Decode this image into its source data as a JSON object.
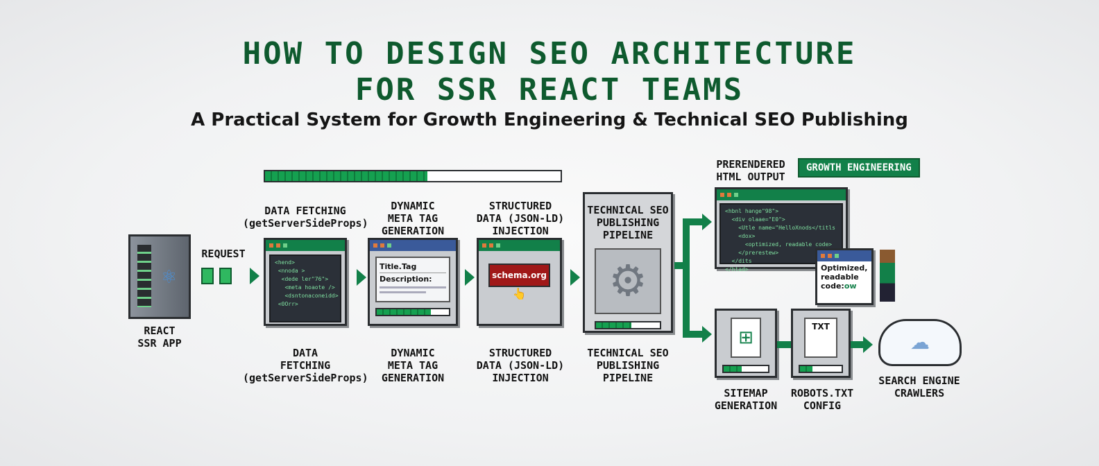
{
  "header": {
    "title_line1": "HOW TO DESIGN SEO ARCHITECTURE",
    "title_line2": "FOR SSR REACT TEAMS",
    "subtitle": "A Practical System for Growth Engineering & Technical SEO Publishing"
  },
  "top_progress": {
    "percent": 55
  },
  "server": {
    "label_line1": "REACT",
    "label_line2": "SSR APP",
    "icon": "atom-icon"
  },
  "request": {
    "label": "REQUEST"
  },
  "steps": [
    {
      "label_top": [
        "DATA FETCHING",
        "(getServerSideProps)"
      ],
      "label_bottom": [
        "DATA",
        "FETCHING",
        "(getServerSideProps)"
      ],
      "code": "<hend>\n <nnoda >\n  <dede ler\"76\">\n   <meta hoaote />\n   <dsntonaconeidd>\n <0Orr>"
    },
    {
      "label_top": [
        "DYNAMIC",
        "META TAG",
        "GENERATION"
      ],
      "label_bottom": [
        "DYNAMIC",
        "META TAG",
        "GENERATION"
      ],
      "field1": "Title.Tag",
      "field2": "Description:",
      "progress": 75
    },
    {
      "label_top": [
        "STRUCTURED",
        "DATA (JSON-LD)",
        "INJECTION"
      ],
      "label_bottom": [
        "STRUCTURED",
        "DATA (JSON-LD)",
        "INJECTION"
      ],
      "button": "schema.org"
    },
    {
      "label_top": [
        "TECHNICAL SEO",
        "PUBLISHING",
        "PIPELINE"
      ],
      "label_bottom": [
        "TECHNICAL SEO",
        "PUBLISHING",
        "PIPELINE"
      ],
      "progress": 55
    }
  ],
  "output": {
    "label_line1": "PRERENDERED",
    "label_line2": "HTML OUTPUT",
    "badge": "GROWTH ENGINEERING",
    "code": "<hbnl hange\"98\">\n  <div olaae=\"E0\">\n    <Utle name=\"HelloXnods</titls\n    <dox>\n      <optimized, readable code>\n    </prerestew>\n  </dits\n</htad>",
    "note_line1": "Optimized,",
    "note_line2": "readable",
    "note_line3": "code:",
    "note_suffix": "ow"
  },
  "sitemap": {
    "label_line1": "SITEMAP",
    "label_line2": "GENERATION"
  },
  "robots": {
    "icon_text": "TXT",
    "label_line1": "ROBOTS.TXT",
    "label_line2": "CONFIG"
  },
  "crawlers": {
    "label_line1": "SEARCH ENGINE",
    "label_line2": "CRAWLERS"
  },
  "colors": {
    "brand_green": "#128049",
    "title_green": "#0e5a2e",
    "schema_red": "#a01818",
    "dark": "#2b3038"
  }
}
